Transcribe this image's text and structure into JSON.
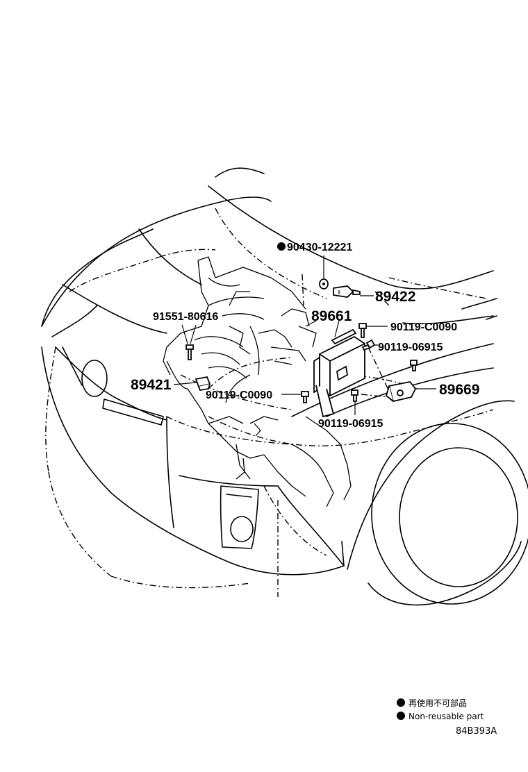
{
  "diagram": {
    "parts": [
      {
        "number": "90430-12221",
        "non_reusable": true
      },
      {
        "number": "89422",
        "non_reusable": false
      },
      {
        "number": "89661",
        "non_reusable": false
      },
      {
        "number": "90119-C0090",
        "non_reusable": false
      },
      {
        "number": "90119-06915",
        "non_reusable": false
      },
      {
        "number": "91551-80616",
        "non_reusable": false
      },
      {
        "number": "89421",
        "non_reusable": false
      },
      {
        "number": "90119-C0090",
        "non_reusable": false
      },
      {
        "number": "89669",
        "non_reusable": false
      },
      {
        "number": "90119-06915",
        "non_reusable": false
      }
    ],
    "legend": {
      "japanese": "再使用不可部品",
      "english": "Non-reusable part",
      "marker_icon": "filled-circle-icon"
    },
    "reference_code": "84B393A",
    "colors": {
      "line": "#000000",
      "background": "#ffffff"
    }
  }
}
